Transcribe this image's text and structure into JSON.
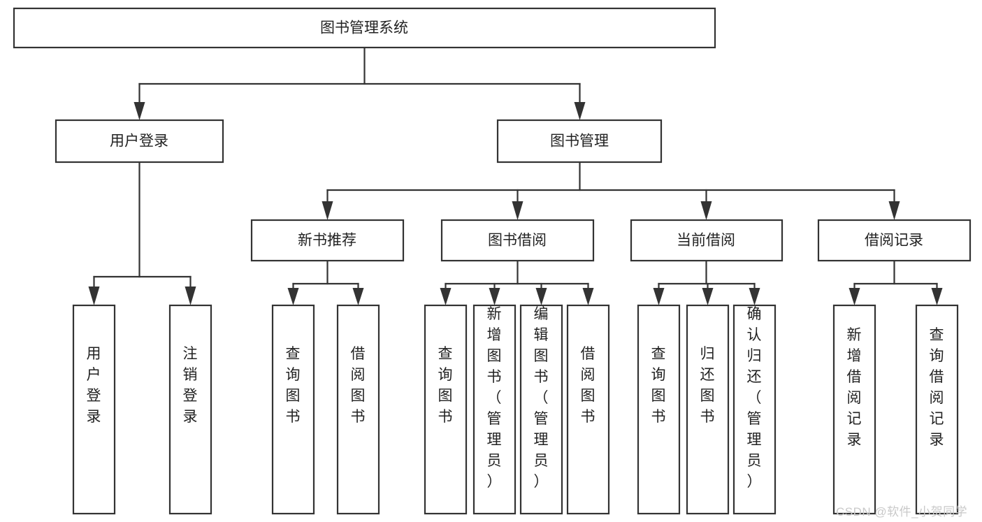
{
  "diagram": {
    "type": "tree",
    "title": "图书管理系统",
    "root": {
      "id": "root",
      "label": "图书管理系统",
      "orientation": "horizontal"
    },
    "level1": [
      {
        "id": "user-login",
        "label": "用户登录",
        "orientation": "horizontal"
      },
      {
        "id": "book-management",
        "label": "图书管理",
        "orientation": "horizontal"
      }
    ],
    "level2": [
      {
        "id": "new-book-recommend",
        "label": "新书推荐",
        "parent": "book-management",
        "orientation": "horizontal"
      },
      {
        "id": "book-borrow",
        "label": "图书借阅",
        "parent": "book-management",
        "orientation": "horizontal"
      },
      {
        "id": "current-borrow",
        "label": "当前借阅",
        "parent": "book-management",
        "orientation": "horizontal"
      },
      {
        "id": "borrow-record",
        "label": "借阅记录",
        "parent": "book-management",
        "orientation": "horizontal"
      }
    ],
    "leaves": [
      {
        "id": "leaf-user-login",
        "label": "用户登录",
        "parent": "user-login",
        "orientation": "vertical"
      },
      {
        "id": "leaf-user-logout",
        "label": "注销登录",
        "parent": "user-login",
        "orientation": "vertical"
      },
      {
        "id": "leaf-query-book-1",
        "label": "查询图书",
        "parent": "new-book-recommend",
        "orientation": "vertical"
      },
      {
        "id": "leaf-borrow-book-1",
        "label": "借阅图书",
        "parent": "new-book-recommend",
        "orientation": "vertical"
      },
      {
        "id": "leaf-query-book-2",
        "label": "查询图书",
        "parent": "book-borrow",
        "orientation": "vertical"
      },
      {
        "id": "leaf-add-book",
        "label": "新增图书（管理员）",
        "parent": "book-borrow",
        "orientation": "vertical"
      },
      {
        "id": "leaf-edit-book",
        "label": "编辑图书（管理员）",
        "parent": "book-borrow",
        "orientation": "vertical"
      },
      {
        "id": "leaf-borrow-book-2",
        "label": "借阅图书",
        "parent": "book-borrow",
        "orientation": "vertical"
      },
      {
        "id": "leaf-query-book-3",
        "label": "查询图书",
        "parent": "current-borrow",
        "orientation": "vertical"
      },
      {
        "id": "leaf-return-book",
        "label": "归还图书",
        "parent": "current-borrow",
        "orientation": "vertical"
      },
      {
        "id": "leaf-confirm-return",
        "label": "确认归还（管理员）",
        "parent": "current-borrow",
        "orientation": "vertical"
      },
      {
        "id": "leaf-add-record",
        "label": "新增借阅记录",
        "parent": "borrow-record",
        "orientation": "vertical"
      },
      {
        "id": "leaf-query-record",
        "label": "查询借阅记录",
        "parent": "borrow-record",
        "orientation": "vertical"
      }
    ],
    "colors": {
      "node_stroke": "#333333",
      "node_fill": "#ffffff",
      "text": "#222222",
      "connector": "#333333",
      "watermark": "#c9c9c9",
      "background": "#ffffff"
    }
  },
  "watermark": {
    "text": "CSDN @软件_小贺同学"
  }
}
